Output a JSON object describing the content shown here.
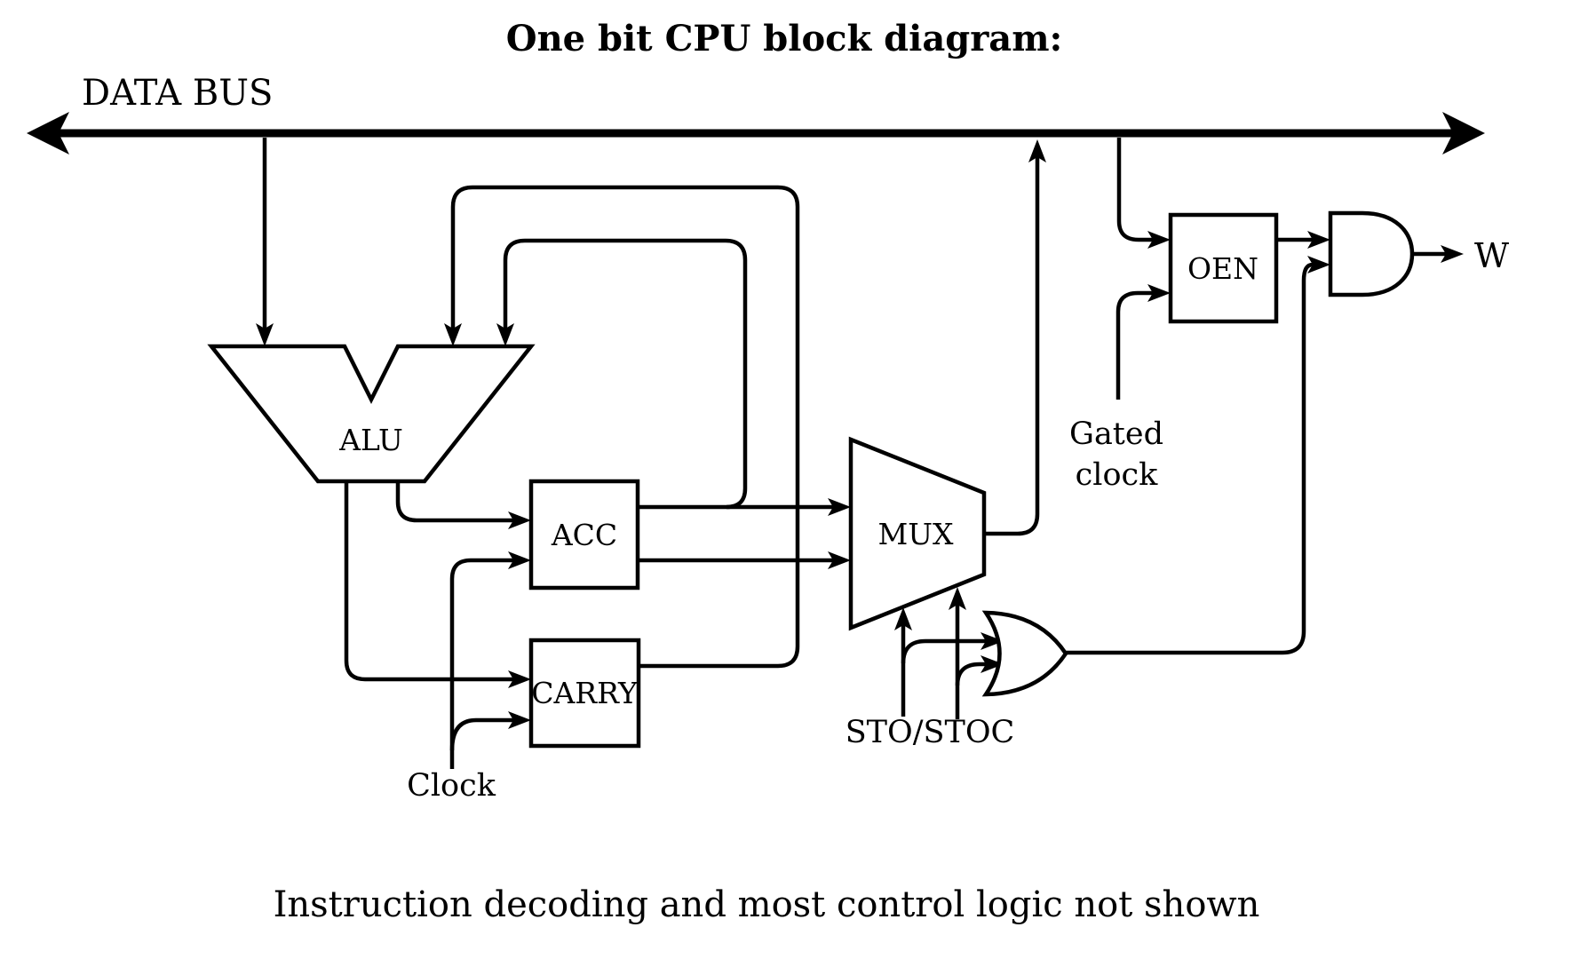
{
  "title": "One bit CPU block diagram:",
  "caption": "Instruction decoding and most control logic not shown",
  "bus": {
    "label": "DATA BUS"
  },
  "blocks": {
    "alu": {
      "label": "ALU"
    },
    "acc": {
      "label": "ACC"
    },
    "carry": {
      "label": "CARRY"
    },
    "mux": {
      "label": "MUX"
    },
    "oen": {
      "label": "OEN"
    }
  },
  "signals": {
    "clock": {
      "label": "Clock"
    },
    "gated_clock": {
      "line1": "Gated",
      "line2": "clock"
    },
    "select": {
      "label": "STO/STOC"
    },
    "write_output": {
      "label": "W"
    }
  },
  "colors": {
    "ink": "#000000",
    "background": "#ffffff"
  }
}
